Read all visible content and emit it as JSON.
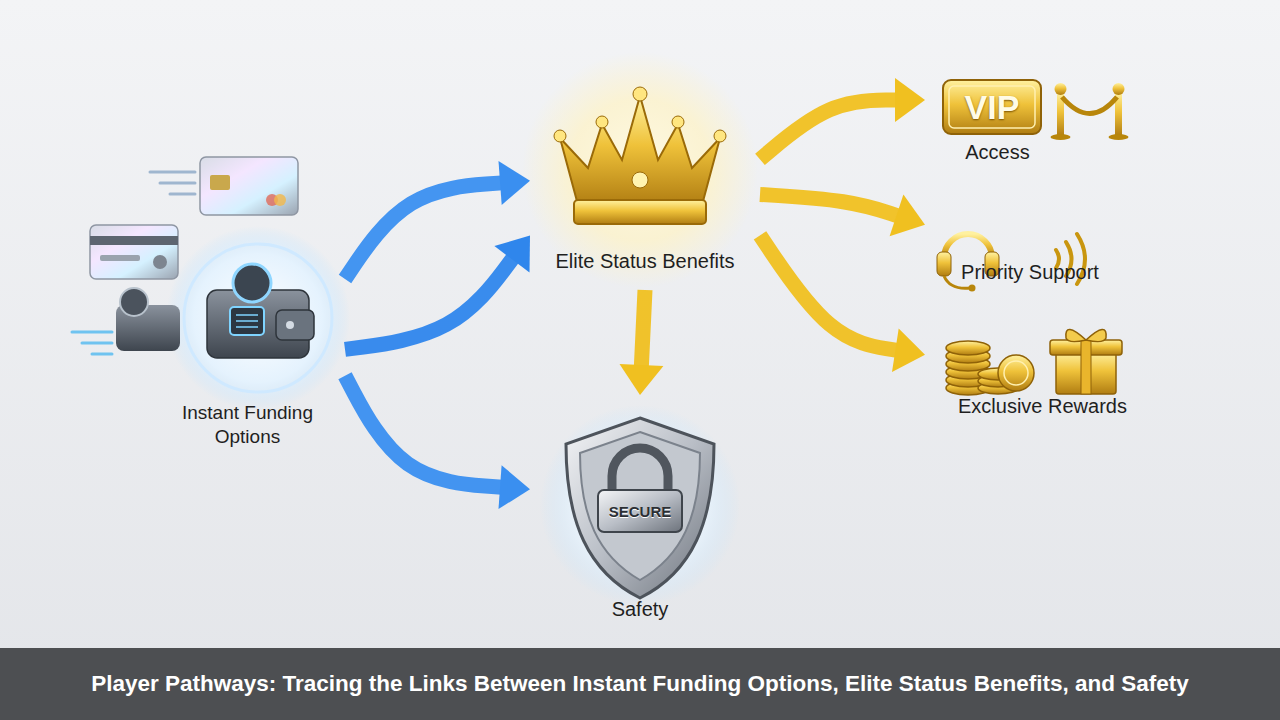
{
  "diagram": {
    "title": "Player Pathways: Tracing the Links Between Instant Funding Options, Elite Status Benefits, and Safety",
    "nodes": [
      {
        "text": [
          "Instant Funding Options"
        ]
      },
      {
        "text": [
          "Elite Status Benefits"
        ]
      },
      {
        "text": [
          "Safety"
        ]
      },
      {
        "text": [
          "Access"
        ]
      },
      {
        "text": [
          "Priority Support"
        ]
      },
      {
        "text": [
          "Exclusive Rewards"
        ]
      }
    ],
    "edges": [
      {
        "from": 0,
        "to": 1,
        "arrow": "to"
      },
      {
        "from": 0,
        "to": 1,
        "arrow": "to"
      },
      {
        "from": 0,
        "to": 2,
        "arrow": "to"
      },
      {
        "from": 1,
        "to": 2,
        "arrow": "to"
      },
      {
        "from": 1,
        "to": 3,
        "arrow": "to"
      },
      {
        "from": 1,
        "to": 4,
        "arrow": "to"
      },
      {
        "from": 1,
        "to": 5,
        "arrow": "to"
      }
    ],
    "labels": [
      "VIP",
      "SECURE"
    ]
  }
}
